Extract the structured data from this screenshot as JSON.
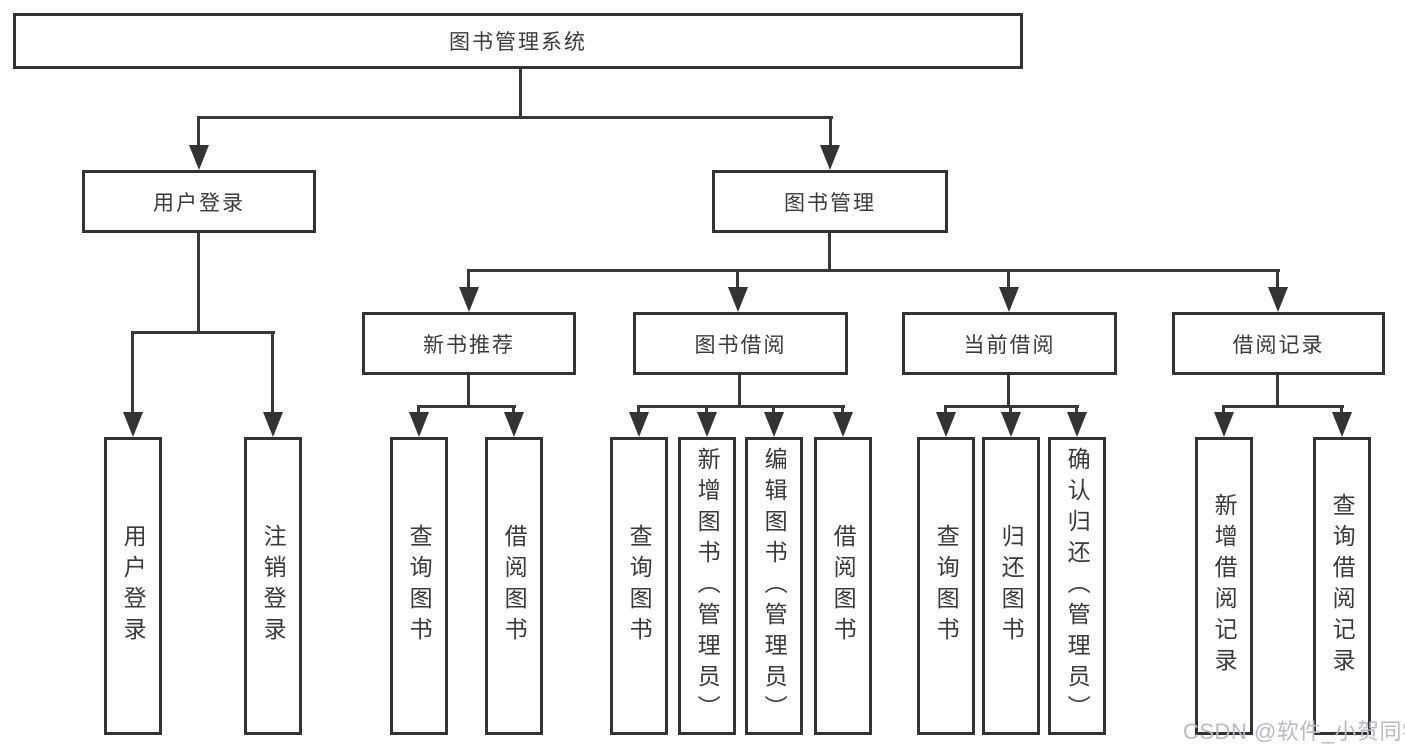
{
  "tree": {
    "label": "图书管理系统",
    "children": [
      {
        "label": "用户登录",
        "children": [
          {
            "label": "用户登录"
          },
          {
            "label": "注销登录"
          }
        ]
      },
      {
        "label": "图书管理",
        "children": [
          {
            "label": "新书推荐",
            "children": [
              {
                "label": "查询图书"
              },
              {
                "label": "借阅图书"
              }
            ]
          },
          {
            "label": "图书借阅",
            "children": [
              {
                "label": "查询图书"
              },
              {
                "label": "新增图书（管理员）"
              },
              {
                "label": "编辑图书（管理员）"
              },
              {
                "label": "借阅图书"
              }
            ]
          },
          {
            "label": "当前借阅",
            "children": [
              {
                "label": "查询图书"
              },
              {
                "label": "归还图书"
              },
              {
                "label": "确认归还（管理员）"
              }
            ]
          },
          {
            "label": "借阅记录",
            "children": [
              {
                "label": "新增借阅记录"
              },
              {
                "label": "查询借阅记录"
              }
            ]
          }
        ]
      }
    ]
  },
  "watermark": {
    "text": "CSDN @软件_小贺同学"
  },
  "colors": {
    "line": "#383838",
    "box_border": "#333333",
    "text": "#3a3a3a",
    "background": "#ffffff",
    "watermark": "#b7bbc2"
  }
}
